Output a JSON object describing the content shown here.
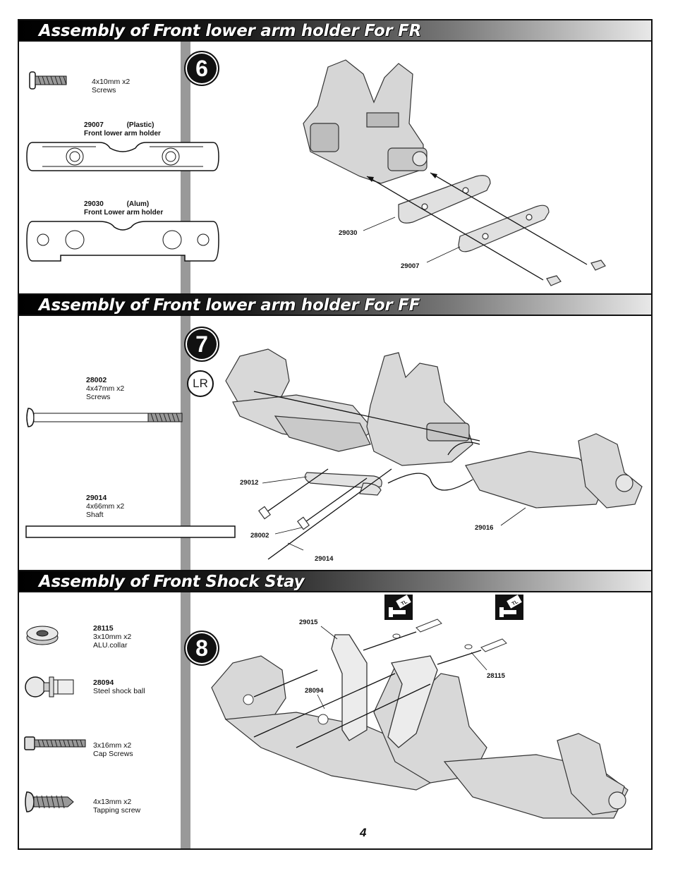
{
  "page_number": "4",
  "sections": [
    {
      "title": "Assembly of Front lower arm holder For FR",
      "step": "6",
      "parts": [
        {
          "lines": [
            "4x10mm x2",
            "Screws"
          ]
        },
        {
          "code": "29007",
          "material": "(Plastic)",
          "name": "Front lower arm holder"
        },
        {
          "code": "29030",
          "material": "(Alum)",
          "name": "Front Lower arm holder"
        }
      ],
      "callouts": [
        "29030",
        "29007"
      ]
    },
    {
      "title": "Assembly of Front lower arm holder  For FF",
      "step": "7",
      "lr_mark": "LR",
      "parts": [
        {
          "code": "28002",
          "lines": [
            "4x47mm x2",
            "Screws"
          ]
        },
        {
          "code": "29014",
          "lines": [
            "4x66mm x2",
            "Shaft"
          ]
        }
      ],
      "callouts": [
        "29012",
        "28002",
        "29014",
        "29016"
      ]
    },
    {
      "title": "Assembly of Front Shock Stay",
      "step": "8",
      "parts": [
        {
          "code": "28115",
          "lines": [
            "3x10mm x2",
            "ALU.collar"
          ]
        },
        {
          "code": "28094",
          "lines": [
            "Steel shock ball"
          ]
        },
        {
          "lines": [
            "3x16mm x2",
            "Cap Screws"
          ]
        },
        {
          "lines": [
            "4x13mm x2",
            "Tapping screw"
          ]
        }
      ],
      "callouts": [
        "29015",
        "28094",
        "28115"
      ],
      "threadlock_label": "TL"
    }
  ]
}
